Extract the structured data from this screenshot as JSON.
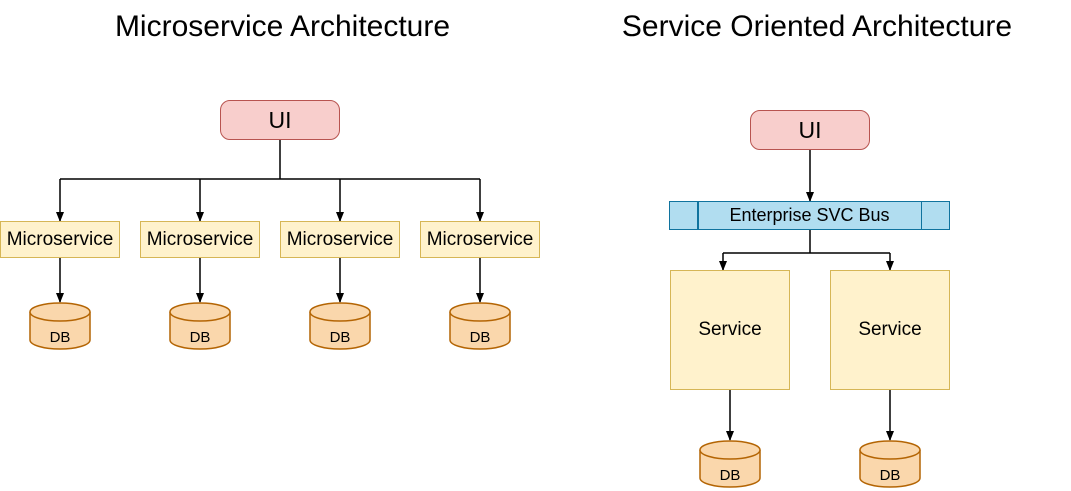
{
  "palette": {
    "background": "#ffffff",
    "text": "#000000",
    "edge": "#000000",
    "red_fill": "#f8cecc",
    "red_stroke": "#b85450",
    "yellow_fill": "#fff2cc",
    "yellow_stroke": "#d6b656",
    "blue_fill": "#b1ddf0",
    "blue_stroke": "#10739e",
    "orange_fill": "#fad7ac",
    "orange_stroke": "#b46504"
  },
  "left_diagram": {
    "title": "Microservice Architecture",
    "ui": {
      "label": "UI"
    },
    "services": [
      {
        "label": "Microservice",
        "db_label": "DB"
      },
      {
        "label": "Microservice",
        "db_label": "DB"
      },
      {
        "label": "Microservice",
        "db_label": "DB"
      },
      {
        "label": "Microservice",
        "db_label": "DB"
      }
    ]
  },
  "right_diagram": {
    "title": "Service Oriented Architecture",
    "ui": {
      "label": "UI"
    },
    "bus": {
      "label": "Enterprise SVC Bus"
    },
    "services": [
      {
        "label": "Service",
        "db_label": "DB"
      },
      {
        "label": "Service",
        "db_label": "DB"
      }
    ]
  }
}
